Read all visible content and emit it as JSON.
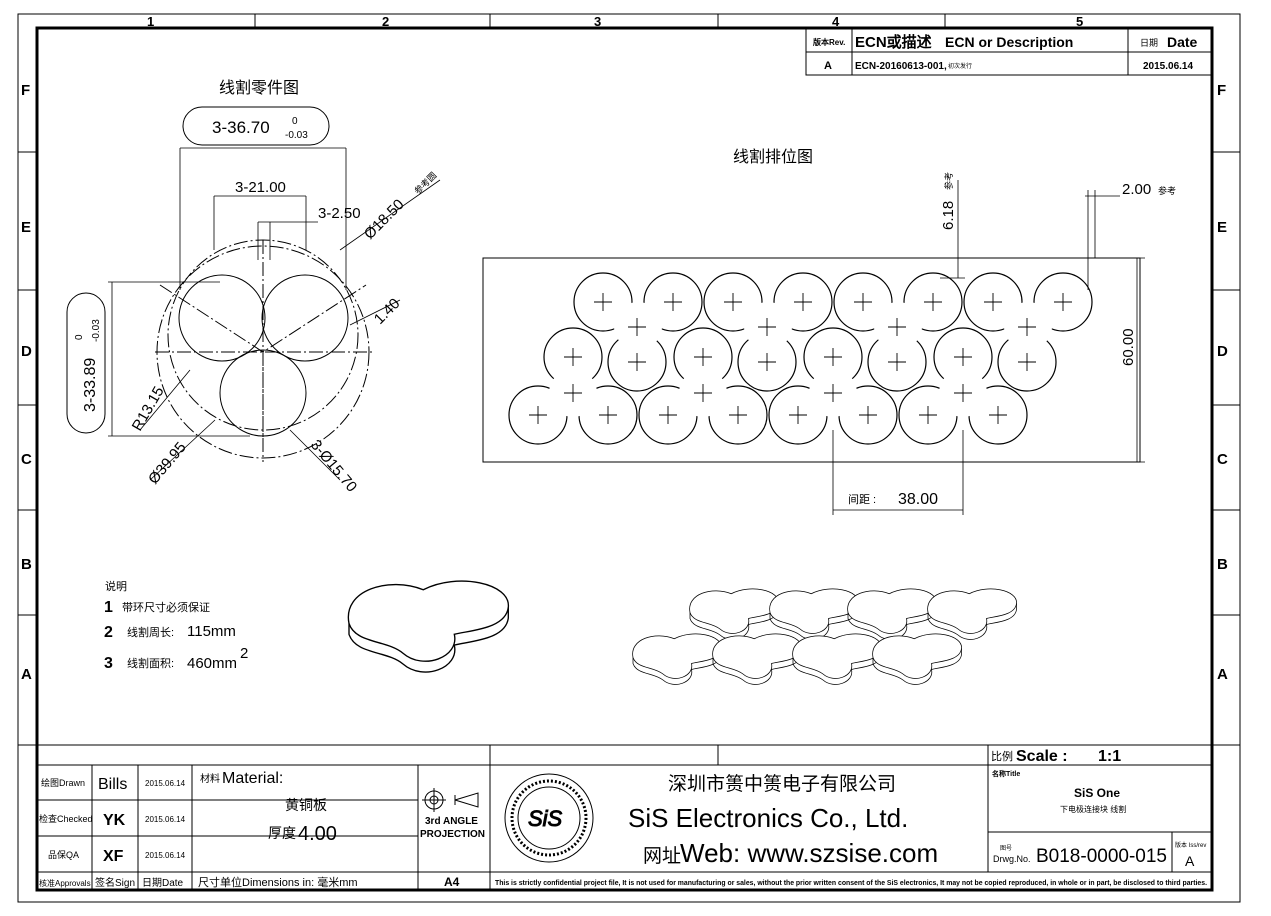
{
  "frame": {
    "columns": [
      "1",
      "2",
      "3",
      "4",
      "5"
    ],
    "rows": [
      "F",
      "E",
      "D",
      "C",
      "B",
      "A"
    ]
  },
  "revision": {
    "rev_header": "版本Rev.",
    "ecn_header_cn": "ECN或描述",
    "ecn_header": "ECN or Description",
    "date_header_cn": "日期",
    "date_header": "Date",
    "rev": "A",
    "ecn": "ECN-20160613-001,",
    "ecn_note": "初次发行",
    "date": "2015.06.14"
  },
  "part_view": {
    "title": "线割零件图",
    "dim_3670": "3-36.70",
    "tol_upper": "0",
    "tol_lower": "-0.03",
    "dim_2100": "3-21.00",
    "dim_250": "3-2.50",
    "dim_1850": "Ø18.50",
    "dim_1850_note": "参考圆",
    "dim_140": "1.40",
    "dim_3389": "3-33.89",
    "dim_r1315": "R13.15",
    "dim_3995": "Ø39.95",
    "dim_1570": "3-Ø15.70"
  },
  "layout_view": {
    "title": "线割排位图",
    "dim_618": "6.18",
    "dim_618_note": "参考",
    "dim_200": "2.00",
    "dim_200_note": "参考",
    "dim_6000": "60.00",
    "pitch_label": "间距 :",
    "pitch_value": "38.00"
  },
  "notes": {
    "heading": "说明",
    "items": [
      {
        "num": "1",
        "text": "带环尺寸必须保证",
        "value": ""
      },
      {
        "num": "2",
        "text": "线割周长:",
        "value": "115mm"
      },
      {
        "num": "3",
        "text": "线割面积:",
        "value": "460mm",
        "sup": "2"
      }
    ]
  },
  "title_block": {
    "drawn_label": "绘图Drawn",
    "drawn_name": "Bills",
    "drawn_date": "2015.06.14",
    "checked_label": "检查Checked",
    "checked_name": "YK",
    "checked_date": "2015.06.14",
    "qa_label": "品保QA",
    "qa_name": "XF",
    "qa_date": "2015.06.14",
    "approvals_label": "核准Approvals",
    "sign_label": "签名Sign",
    "date_label": "日期Date",
    "material_label_cn": "材料",
    "material_label": "Material:",
    "material_value": "黄铜板",
    "thickness_label": "厚度",
    "thickness_value": "4.00",
    "dimensions_label": "尺寸单位Dimensions  in:  毫米mm",
    "projection_line1": "3rd  ANGLE",
    "projection_line2": "PROJECTION",
    "sheet_size": "A4",
    "logo_text": "SiS",
    "company_cn": "深圳市篑中篑电子有限公司",
    "company_en": "SiS  Electronics  Co.,  Ltd.",
    "web_label_cn": "网址",
    "web": "Web:  www.szsise.com",
    "scale_label_cn": "比例",
    "scale_label": "Scale  :",
    "scale_value": "1:1",
    "title_label": "名称Title",
    "title_value": "SiS  One",
    "title_sub": "下电极连接块  线割",
    "drwg_label_cn": "图号",
    "drwg_label": "Drwg.No.",
    "drwg_no": "B018-0000-015",
    "issue_label": "版本 Iss/rev",
    "issue_value": "A",
    "confidential": "This is strictly confidential project file, It is not used for manufacturing or sales, without the prior written consent of the SiS electronics, It may not be copied reproduced, in whole or in part, be disclosed to third parties."
  }
}
